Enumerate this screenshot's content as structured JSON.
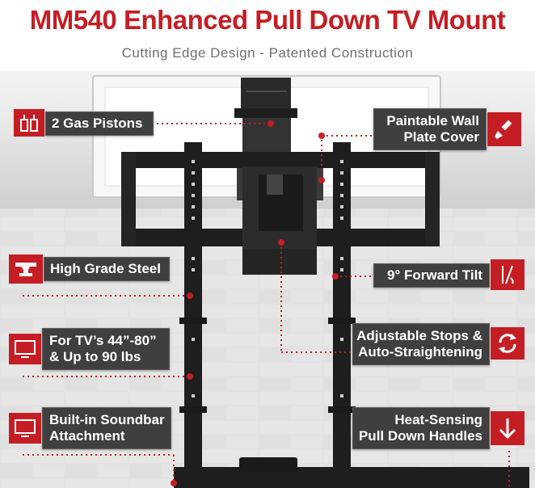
{
  "header": {
    "title": "MM540 Enhanced Pull Down TV Mount",
    "subtitle": "Cutting Edge Design - Patented Construction"
  },
  "colors": {
    "accent": "#c41e24",
    "callout_bg": "#3f3f3f",
    "mount": "#1e1e1e"
  },
  "callouts": {
    "gas_pistons": {
      "label": "2 Gas Pistons",
      "icon": "gas-piston-icon"
    },
    "wall_plate": {
      "line1": "Paintable Wall",
      "line2": "Plate Cover",
      "icon": "paintbrush-icon"
    },
    "steel": {
      "label": "High Grade Steel",
      "icon": "anvil-icon"
    },
    "tilt": {
      "label": "9° Forward Tilt",
      "icon": "tilt-icon"
    },
    "tv_size": {
      "line1": "For TV’s 44”-80”",
      "line2": "& Up to 90 lbs",
      "icon": "tv-icon"
    },
    "stops": {
      "line1": "Adjustable Stops &",
      "line2": "Auto-Straightening",
      "icon": "refresh-icon"
    },
    "soundbar": {
      "line1": "Built-in Soundbar",
      "line2": "Attachment",
      "icon": "tv-icon"
    },
    "handles": {
      "line1": "Heat-Sensing",
      "line2": "Pull Down Handles",
      "icon": "arrow-down-icon"
    }
  }
}
